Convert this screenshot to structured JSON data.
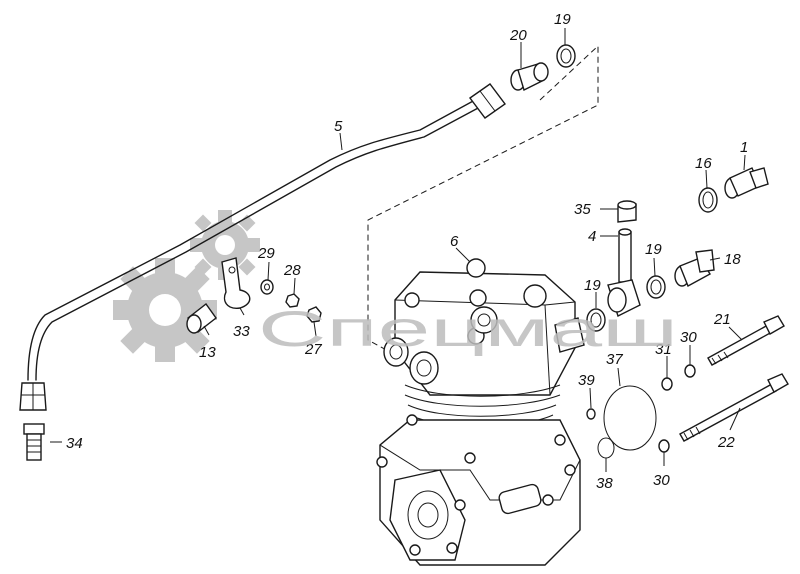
{
  "brand": {
    "text": "Спецмаш"
  },
  "labels": {
    "p1": "1",
    "p4": "4",
    "p5": "5",
    "p6": "6",
    "p13": "13",
    "p16": "16",
    "p18": "18",
    "p19a": "19",
    "p19b": "19",
    "p19c": "19",
    "p20": "20",
    "p21": "21",
    "p22": "22",
    "p27": "27",
    "p28": "28",
    "p29": "29",
    "p30a": "30",
    "p30b": "30",
    "p31": "31",
    "p33": "33",
    "p34": "34",
    "p35": "35",
    "p37": "37",
    "p38": "38",
    "p39": "39"
  },
  "colors": {
    "line": "#1a1a1a",
    "watermark": "#bdbdbd"
  }
}
